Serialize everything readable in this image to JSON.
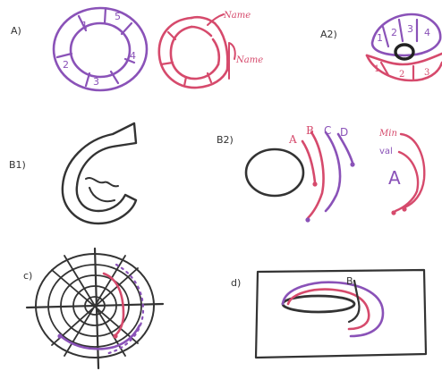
{
  "colors": {
    "purple": "#8a52b8",
    "red": "#d64a6c",
    "dark": "#333333",
    "gray": "#7f8f7f"
  },
  "panels": {
    "a1": {
      "label": "A)",
      "ring_numbers": [
        "1",
        "5",
        "4",
        "3",
        "2"
      ],
      "name_labels": [
        "Name",
        "Name"
      ]
    },
    "a2": {
      "label": "A2)",
      "top_numbers": [
        "1",
        "2",
        "3",
        "4"
      ],
      "bottom_numbers": [
        "1",
        "2",
        "3"
      ]
    },
    "b1": {
      "label": "B1)"
    },
    "b2": {
      "label": "B2)",
      "letters": [
        "A",
        "B",
        "C",
        "D"
      ],
      "min_label": "Min",
      "val_label": "val",
      "big_letter": "A"
    },
    "c": {
      "label": "c)"
    },
    "d": {
      "label": "d)",
      "marker": "B"
    }
  }
}
